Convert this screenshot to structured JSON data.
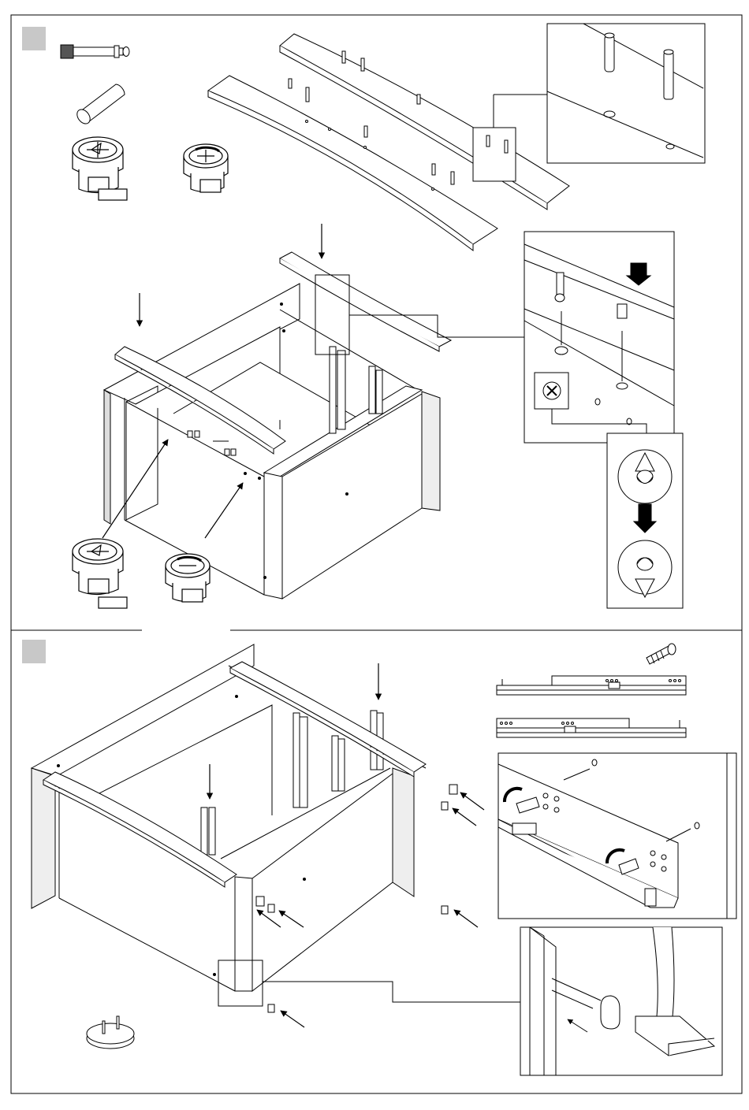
{
  "document": {
    "type": "assembly-instructions",
    "steps": [
      {
        "label": "",
        "parts": [
          "cam-bolt-icon",
          "wooden-dowel-icon",
          "cam-lock-nut-icon",
          "cam-lock-nut-rotated-icon"
        ],
        "details": [
          "dowel-pin-detail",
          "cam-lock-detail",
          "cam-lock-rotation-detail"
        ]
      },
      {
        "label": "",
        "parts": [
          "euro-screw-icon",
          "drawer-slide-left-icon",
          "drawer-slide-right-icon",
          "plastic-glide-icon"
        ],
        "details": [
          "drawer-slide-screw-detail",
          "glide-hammer-detail"
        ]
      }
    ]
  },
  "colors": {
    "line": "#000000",
    "step_badge": "#c8c8c8",
    "background": "#ffffff",
    "pale_fill": "#f5f5f5"
  }
}
